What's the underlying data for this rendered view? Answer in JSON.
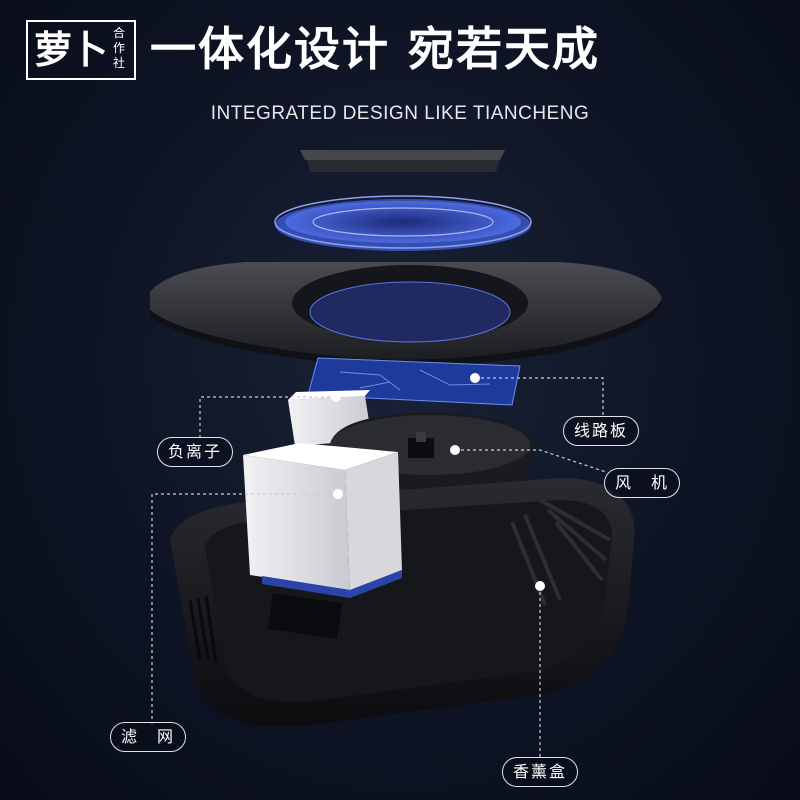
{
  "logo": {
    "main": "萝卜",
    "sub": "合作社"
  },
  "title": "一体化设计  宛若天成",
  "subtitle": "INTEGRATED DESIGN LIKE TIANCHENG",
  "labels": {
    "ion": "负离子",
    "circuit": "线路板",
    "fan": "风　机",
    "filter": "滤　网",
    "aroma": "香薰盒"
  },
  "colors": {
    "background": "#0e1424",
    "accent_blue": "#3f5ed8",
    "line": "#dfe3ea"
  }
}
